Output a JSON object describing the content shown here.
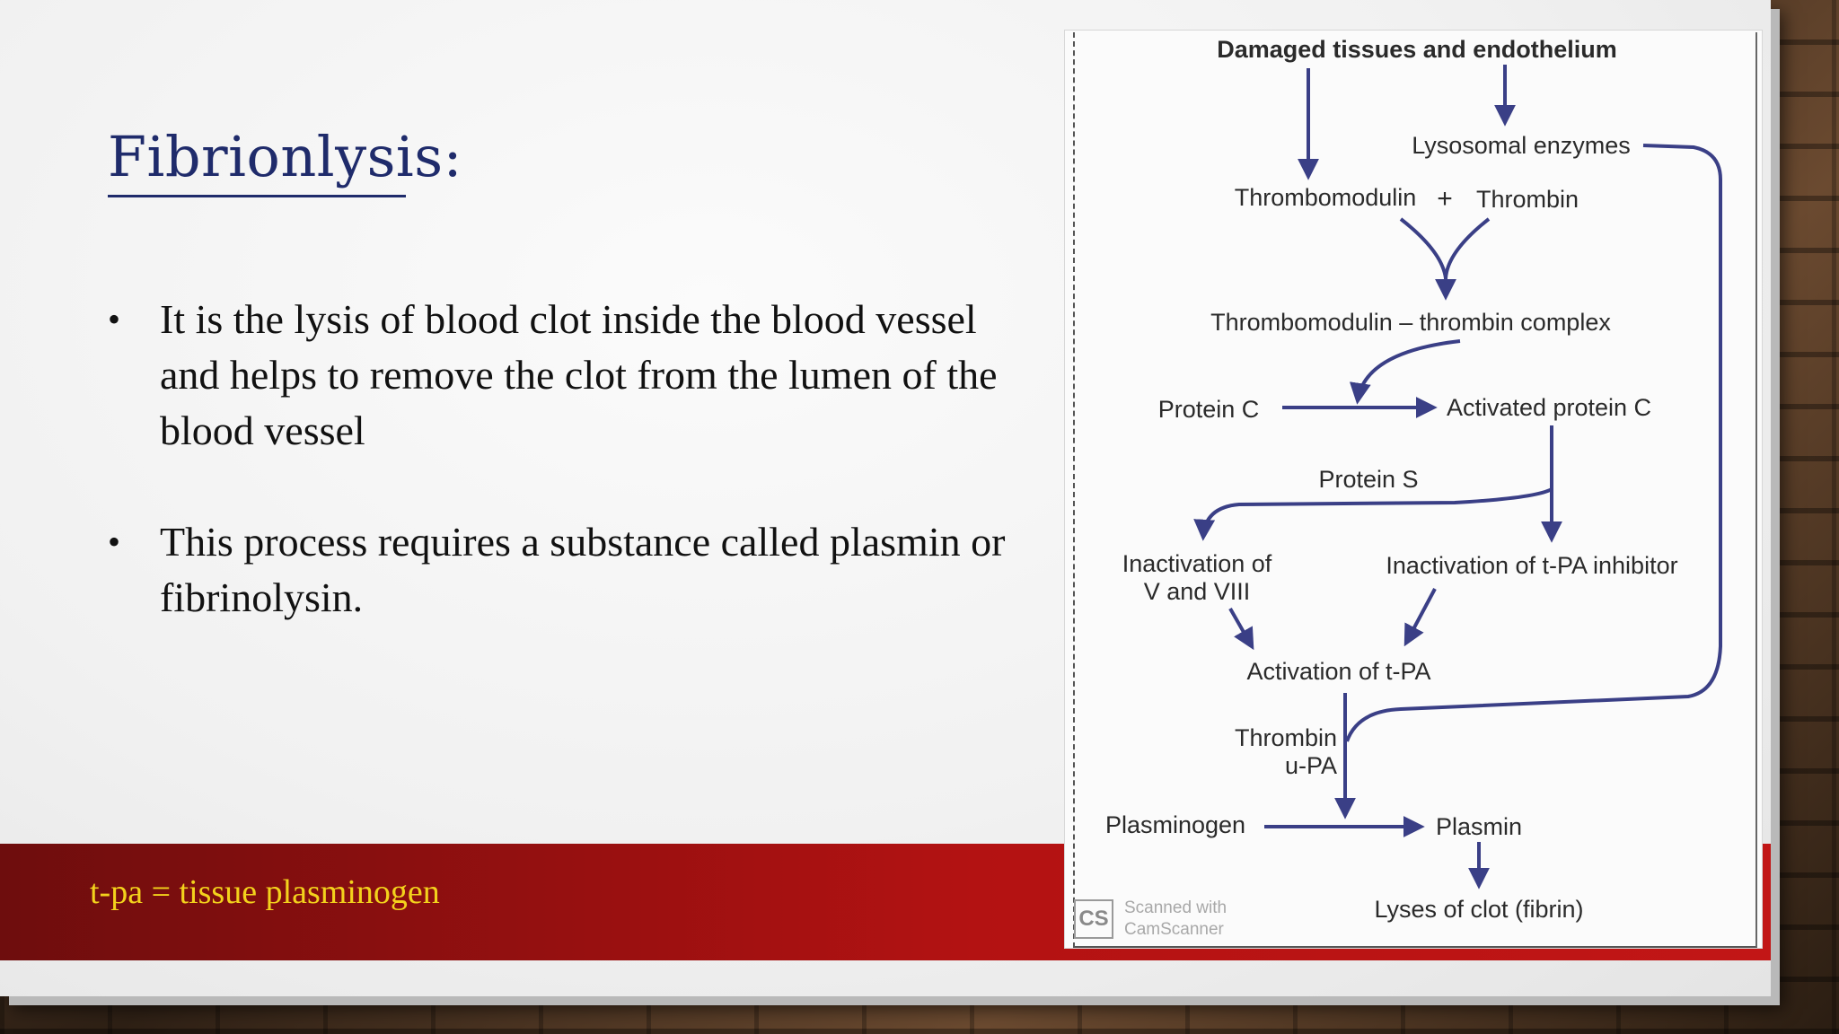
{
  "slide": {
    "title": "Fibrionlysis:",
    "bullets": [
      "It is the lysis of blood clot inside the blood vessel and helps to remove the clot from the lumen of the blood vessel",
      "This process requires a substance called plasmin or fibrinolysin."
    ],
    "footer": "t-pa = tissue plasminogen"
  },
  "diagram": {
    "nodes": {
      "damaged": "Damaged tissues and endothelium",
      "lysosomal": "Lysosomal enzymes",
      "thrombomodulin": "Thrombomodulin",
      "plus": "+",
      "thrombin": "Thrombin",
      "complex": "Thrombomodulin – thrombin complex",
      "protein_c": "Protein C",
      "activated_c": "Activated protein C",
      "protein_s": "Protein S",
      "inact_v_line1": "Inactivation of",
      "inact_v_line2": "V and VIII",
      "inact_tpa_inhibitor": "Inactivation of t-PA inhibitor",
      "activation_tpa": "Activation of t-PA",
      "thrombin2": "Thrombin",
      "upa": "u-PA",
      "plasminogen": "Plasminogen",
      "plasmin": "Plasmin",
      "lyses": "Lyses of clot (fibrin)"
    },
    "watermark": {
      "badge": "CS",
      "line1": "Scanned with",
      "line2": "CamScanner"
    },
    "arrow_color": "#3a3f86"
  }
}
